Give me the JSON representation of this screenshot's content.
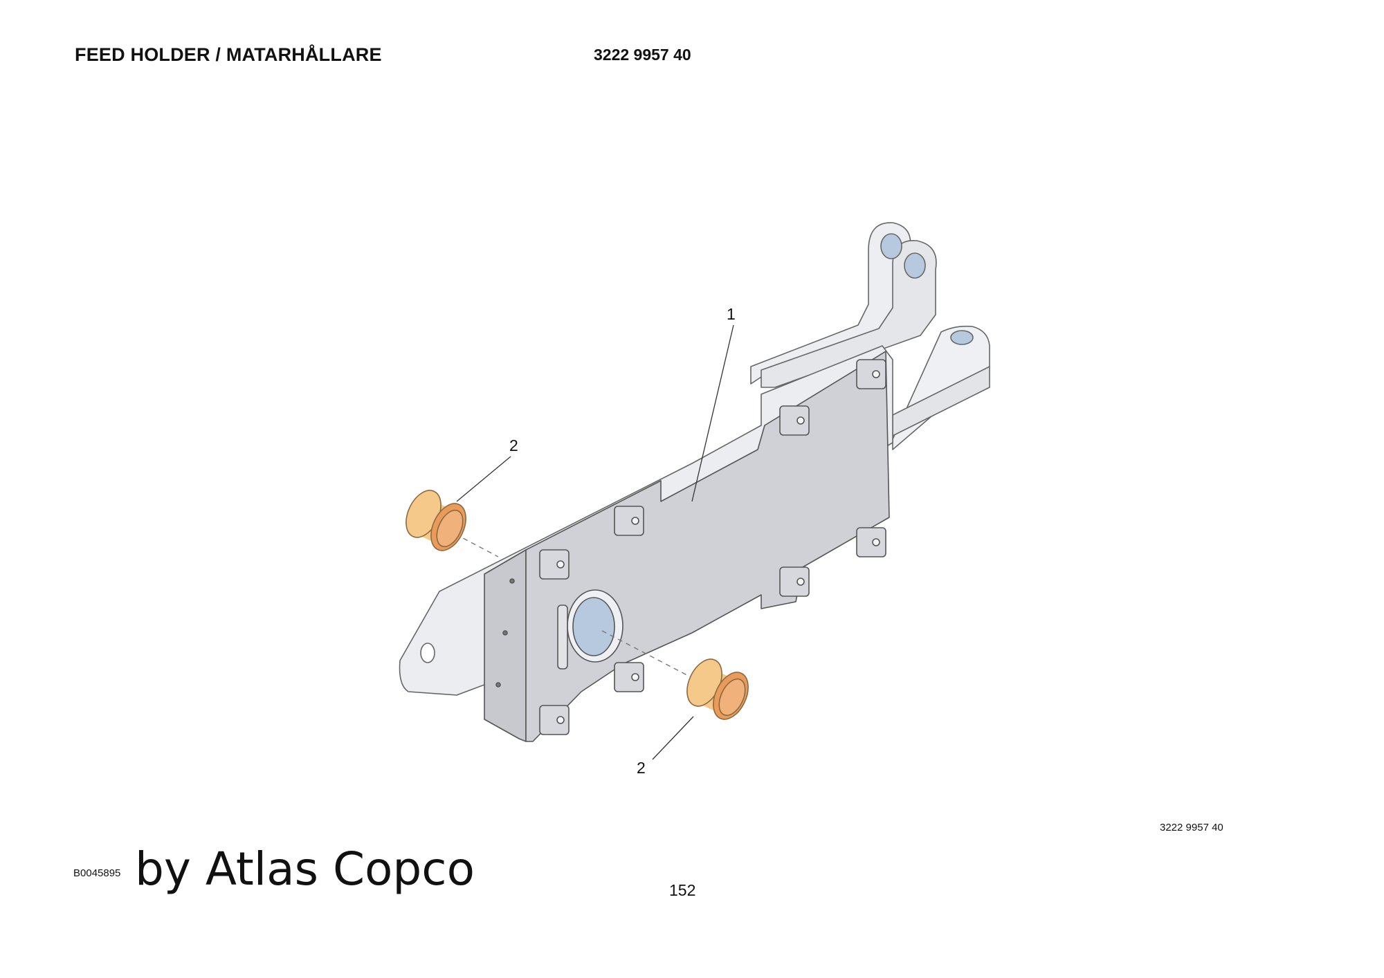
{
  "header": {
    "title": "FEED HOLDER / MATARHÅLLARE",
    "part_number": "3222 9957 40"
  },
  "callouts": {
    "item1": "1",
    "item2_upper": "2",
    "item2_lower": "2"
  },
  "footer": {
    "part_number": "3222 9957 40",
    "figure_id": "B0045895",
    "brand": "by Atlas Copco",
    "page_number": "152"
  },
  "colors": {
    "frame_light": "#e9eaee",
    "plate": "#cfd1d7",
    "bushing_outer": "#f4c98a",
    "bushing_inner": "#ea9a5a",
    "bore": "#b7c9df",
    "line": "#555555"
  }
}
